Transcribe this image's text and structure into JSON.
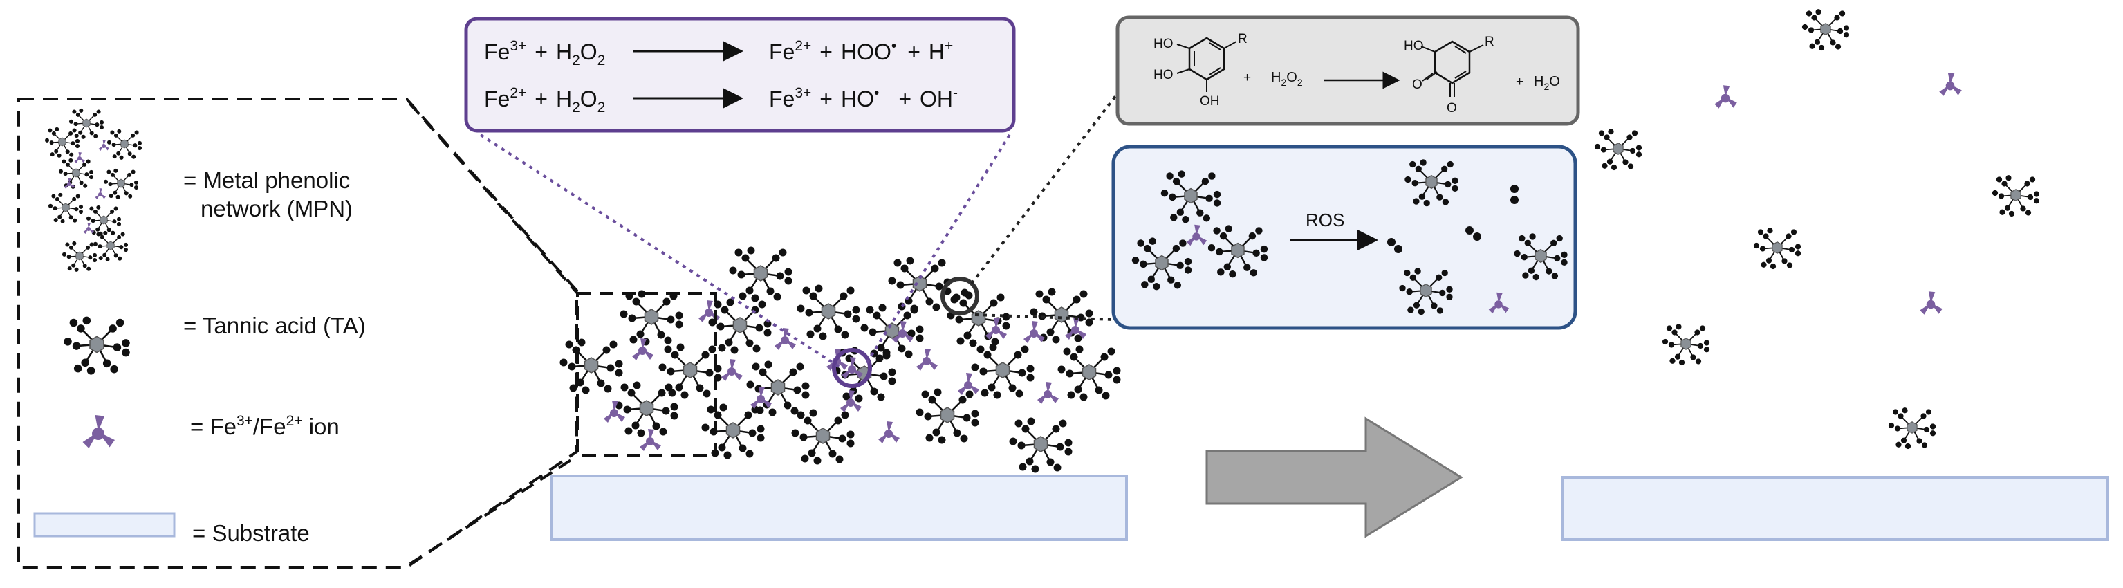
{
  "colors": {
    "molecule": "#111111",
    "core": "#8a9096",
    "iron": "#7b5fa0",
    "substrate_fill": "#eaf0fb",
    "substrate_stroke": "#a8b8dc",
    "reaction_box_stroke": "#5e3f8f",
    "reaction_box_fill": "#f1eef7",
    "quinone_box_fill": "#e4e4e4",
    "quinone_box_stroke": "#666666",
    "ros_box_fill": "#eef2fa",
    "ros_box_stroke": "#2d5286",
    "arrow_fill": "#a6a6a6",
    "arrow_stroke": "#777777"
  },
  "legend": {
    "mpn": {
      "label_line1": "= Metal phenolic",
      "label_line2": "network (MPN)",
      "icon": "mpn-cluster-icon"
    },
    "ta": {
      "label": "= Tannic acid (TA)",
      "icon": "tannic-acid-icon"
    },
    "fe": {
      "label_prefix": "= Fe",
      "sup1": "3+",
      "slash": "/Fe",
      "sup2": "2+",
      "label_suffix": " ion",
      "icon": "iron-ion-icon"
    },
    "substrate": {
      "label": "= Substrate",
      "icon": "substrate-icon"
    }
  },
  "fenton_reactions": [
    {
      "r1": "Fe",
      "r1_sup": "3+",
      "plus1": "+",
      "r2": "H",
      "r2_sub": "2",
      "r2b": "O",
      "r2b_sub": "2",
      "p1": "Fe",
      "p1_sup": "2+",
      "plus2": "+",
      "p2": "HOO",
      "p2_sup": "•",
      "plus3": "+",
      "p3": "H",
      "p3_sup": "+"
    },
    {
      "r1": "Fe",
      "r1_sup": "2+",
      "plus1": "+",
      "r2": "H",
      "r2_sub": "2",
      "r2b": "O",
      "r2b_sub": "2",
      "p1": "Fe",
      "p1_sup": "3+",
      "plus2": "+",
      "p2": "HO",
      "p2_sup": "•",
      "plus3": "+",
      "p3": "OH",
      "p3_sup": "-"
    }
  ],
  "quinone_reaction": {
    "reactant_labels": [
      "HO",
      "HO",
      "OH",
      "R"
    ],
    "plus1": "+",
    "oxidant": "H",
    "oxidant_sub": "2",
    "oxidant_b": "O",
    "oxidant_b_sub": "2",
    "product_labels": [
      "HO",
      "O",
      "O",
      "R"
    ],
    "plus2": "+",
    "water": "H",
    "water_sub": "2",
    "water_b": "O"
  },
  "ros_box": {
    "arrow_label": "ROS"
  },
  "process_arrow": {
    "icon": "process-arrow-icon"
  }
}
